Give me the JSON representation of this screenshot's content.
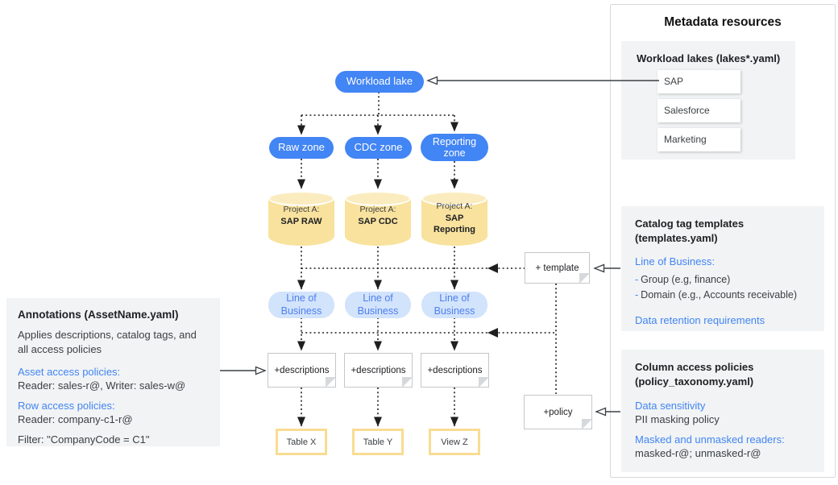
{
  "diagram": {
    "workload_lake": "Workload lake",
    "zones": [
      "Raw zone",
      "CDC zone",
      "Reporting zone"
    ],
    "projects": [
      {
        "prefix": "Project A:",
        "name": "SAP RAW"
      },
      {
        "prefix": "Project A:",
        "name": "SAP CDC"
      },
      {
        "prefix": "Project A:",
        "name": "SAP Reporting"
      }
    ],
    "lob_label": "Line of Business",
    "descriptions_label": "+descriptions",
    "template_label": "+ template",
    "policy_label": "+policy",
    "tables": [
      "Table X",
      "Table Y",
      "View Z"
    ]
  },
  "annotations_panel": {
    "title": "Annotations (AssetName.yaml)",
    "description": "Applies descriptions, catalog tags, and all access policies",
    "asset_policies_heading": "Asset access policies:",
    "asset_policies_value": "Reader: sales-r@, Writer: sales-w@",
    "row_policies_heading": "Row access policies:",
    "row_policies_value": "Reader: company-c1-r@",
    "filter_value": "Filter: \"CompanyCode = C1\""
  },
  "metadata_panel": {
    "title": "Metadata resources",
    "workload_lakes": {
      "heading": "Workload lakes (lakes*.yaml)",
      "items": [
        "SAP",
        "Salesforce",
        "Marketing"
      ]
    },
    "catalog_templates": {
      "heading": "Catalog tag templates (templates.yaml)",
      "lob_heading": "Line of Business:",
      "bullets": [
        {
          "dash": "-",
          "text": "Group (e.g, finance)"
        },
        {
          "dash": "-",
          "text": "Domain (e.g., Accounts receivable)"
        }
      ],
      "retention_heading": "Data retention requirements"
    },
    "column_policies": {
      "heading": "Column access policies (policy_taxonomy.yaml)",
      "sensitivity_heading": "Data sensitivity",
      "sensitivity_value": "PII masking policy",
      "readers_heading": "Masked and unmasked readers:",
      "readers_value": "masked-r@; unmasked-r@"
    }
  },
  "colors": {
    "primary_blue": "#4285F4",
    "light_blue_fill": "#D2E3FC",
    "cylinder_fill": "#F8E29D",
    "table_border": "#F9DC92",
    "panel_gray": "#F1F3F4",
    "link_blue": "#4285F4"
  }
}
